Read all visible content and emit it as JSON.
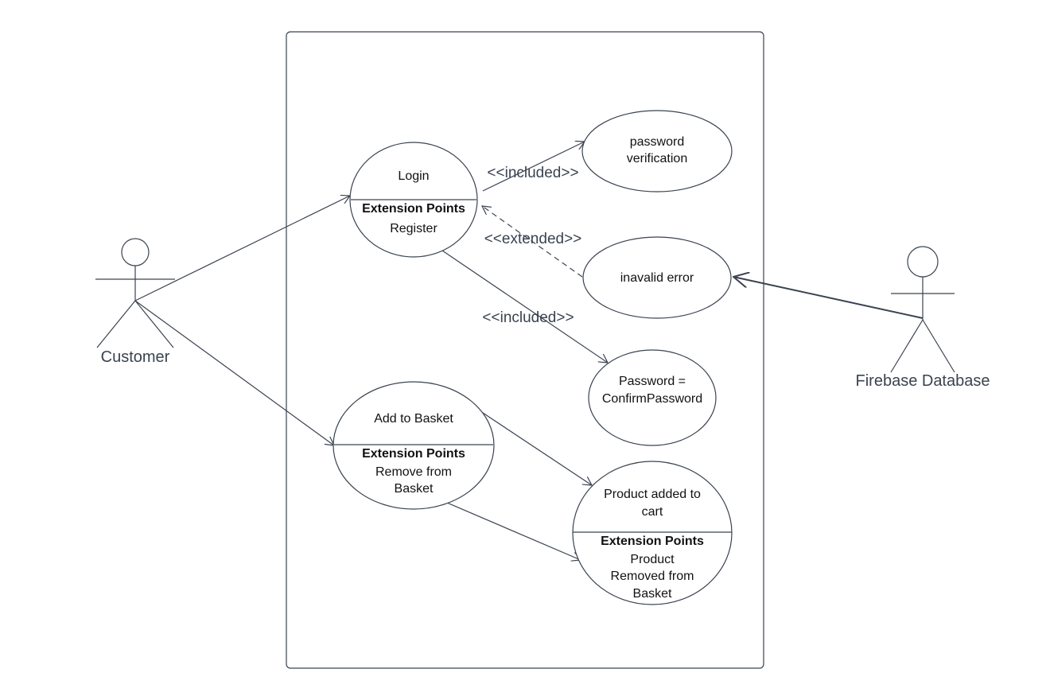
{
  "actors": {
    "customer": "Customer",
    "firebase": "Firebase Database"
  },
  "use_cases": {
    "login": {
      "title": "Login",
      "ext_header": "Extension Points",
      "ext_item": "Register"
    },
    "password_verification": {
      "line1": "password",
      "line2": "verification"
    },
    "invalid_error": {
      "title": "inavalid error"
    },
    "password_confirm": {
      "line1": "Password =",
      "line2": "ConfirmPassword"
    },
    "add_to_basket": {
      "title": "Add to Basket",
      "ext_header": "Extension Points",
      "ext_line1": "Remove from",
      "ext_line2": "Basket"
    },
    "product_added": {
      "line1": "Product added to",
      "line2": "cart",
      "ext_header": "Extension Points",
      "ext_line1": "Product",
      "ext_line2": "Removed from",
      "ext_line3": "Basket"
    }
  },
  "relations": {
    "included_1": "<<included>>",
    "extended": "<<extended>>",
    "included_2": "<<included>>"
  },
  "colors": {
    "line": "#3a4350",
    "text": "#111111"
  }
}
